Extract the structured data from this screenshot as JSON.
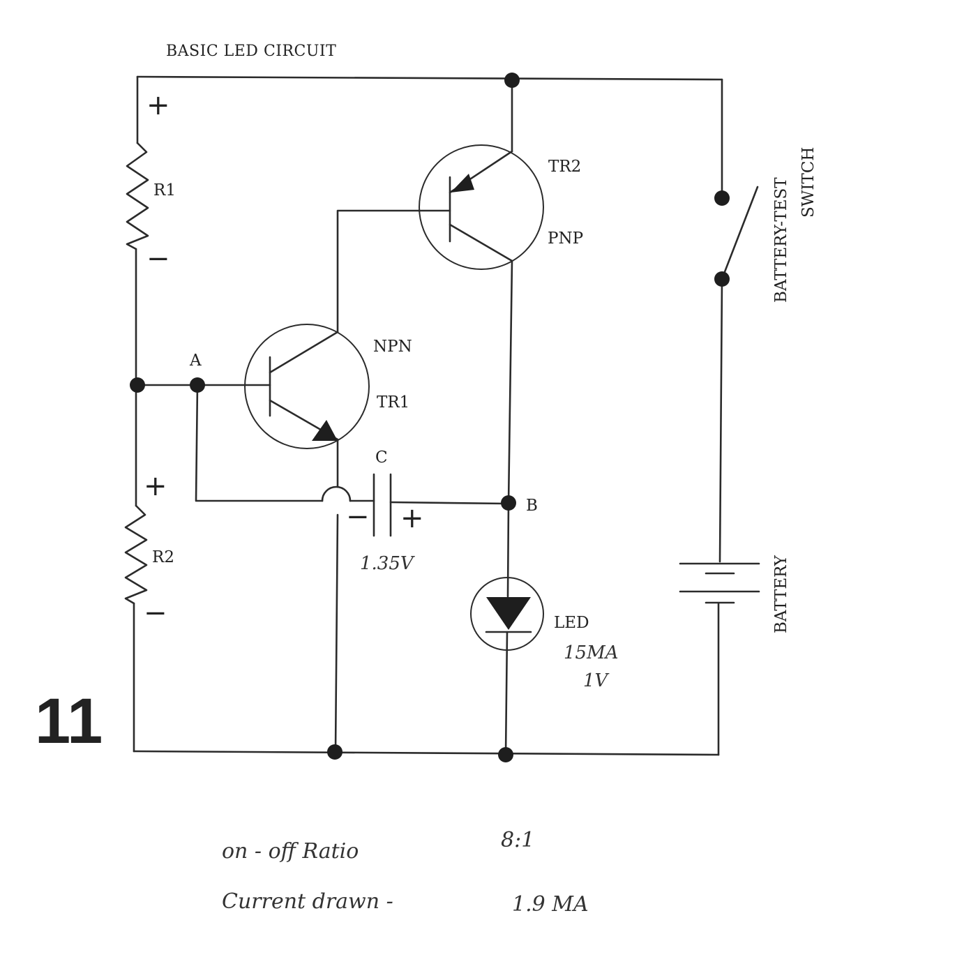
{
  "title": "BASIC LED CIRCUIT",
  "page_number": "11",
  "components": {
    "r1": {
      "label": "R1",
      "plus": "+",
      "minus": "−"
    },
    "r2": {
      "label": "R2",
      "plus": "+",
      "minus": "−"
    },
    "tr1": {
      "type": "NPN",
      "label": "TR1"
    },
    "tr2": {
      "type": "PNP",
      "label": "TR2"
    },
    "capacitor": {
      "label": "C",
      "minus": "−",
      "plus": "+",
      "voltage_note": "1.35V"
    },
    "led": {
      "label": "LED",
      "current_note": "15MA",
      "voltage_note": "1V"
    },
    "switch": {
      "line1": "BATTERY-TEST",
      "line2": "SWITCH"
    },
    "battery": {
      "label": "BATTERY"
    }
  },
  "nodes": {
    "a": "A",
    "b": "B"
  },
  "notes": {
    "ratio_label": "on - off Ratio",
    "ratio_value": "8:1",
    "current_label": "Current drawn -",
    "current_value": "1.9 MA"
  }
}
